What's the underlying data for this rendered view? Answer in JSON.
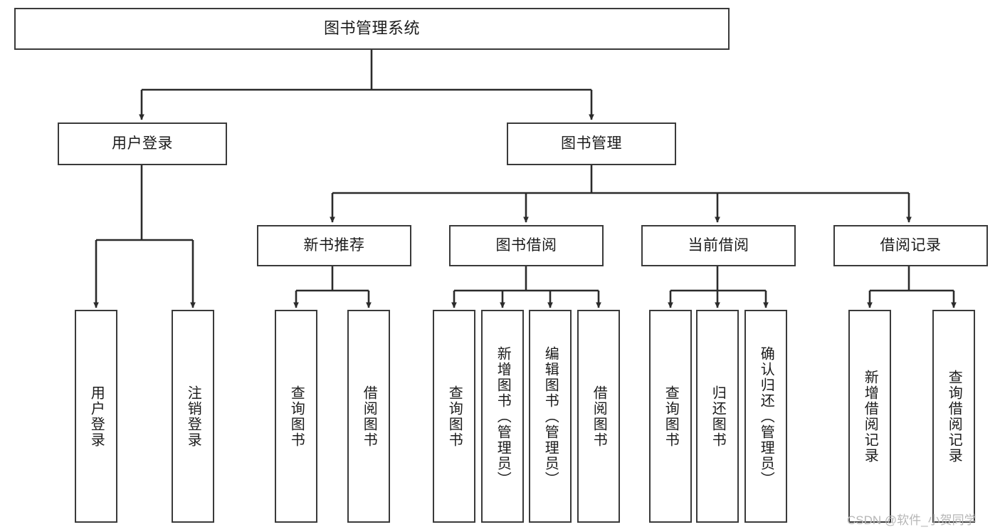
{
  "diagram": {
    "title": "图书管理系统",
    "type": "tree-hierarchy-flowchart",
    "colors": {
      "node_border": "#3a3a3a",
      "node_fill": "#ffffff",
      "edge": "#2b2b2b",
      "text": "#1b1b1b",
      "watermark": "#b6b6b6",
      "background": "#ffffff"
    },
    "root": {
      "label": "图书管理系统"
    },
    "level2": [
      {
        "label": "用户登录"
      },
      {
        "label": "图书管理"
      }
    ],
    "level3": [
      {
        "label": "新书推荐"
      },
      {
        "label": "图书借阅"
      },
      {
        "label": "当前借阅"
      },
      {
        "label": "借阅记录"
      }
    ],
    "leaves": {
      "user_login": [
        {
          "label": "用户登录"
        },
        {
          "label": "注销登录"
        }
      ],
      "new_book_recommend": [
        {
          "label": "查询图书"
        },
        {
          "label": "借阅图书"
        }
      ],
      "book_borrow": [
        {
          "label": "查询图书"
        },
        {
          "label": "新增图书（管理员）"
        },
        {
          "label": "编辑图书（管理员）"
        },
        {
          "label": "借阅图书"
        }
      ],
      "current_borrow": [
        {
          "label": "查询图书"
        },
        {
          "label": "归还图书"
        },
        {
          "label": "确认归还（管理员）"
        }
      ],
      "borrow_record": [
        {
          "label": "新增借阅记录"
        },
        {
          "label": "查询借阅记录"
        }
      ]
    }
  },
  "watermark": {
    "text": "CSDN @软件_小贺同学"
  }
}
